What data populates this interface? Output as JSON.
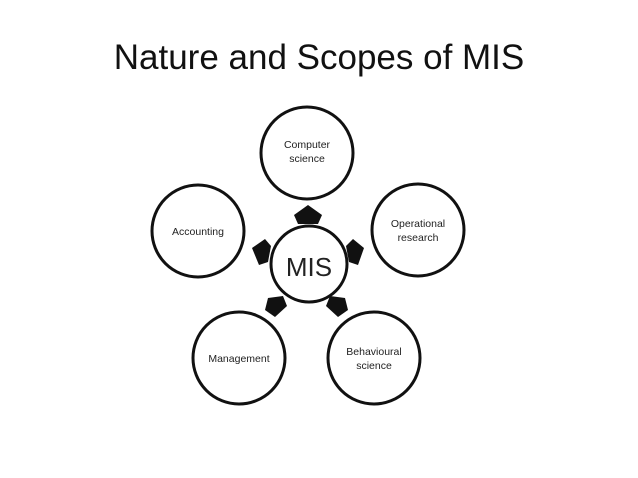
{
  "title": "Nature and Scopes of MIS",
  "center": "MIS",
  "nodes": {
    "computer_science": [
      "Computer",
      "science"
    ],
    "operational_research": [
      "Operational",
      "research"
    ],
    "behavioural_science": [
      "Behavioural",
      "science"
    ],
    "management": [
      "Management"
    ],
    "accounting": [
      "Accounting"
    ]
  }
}
